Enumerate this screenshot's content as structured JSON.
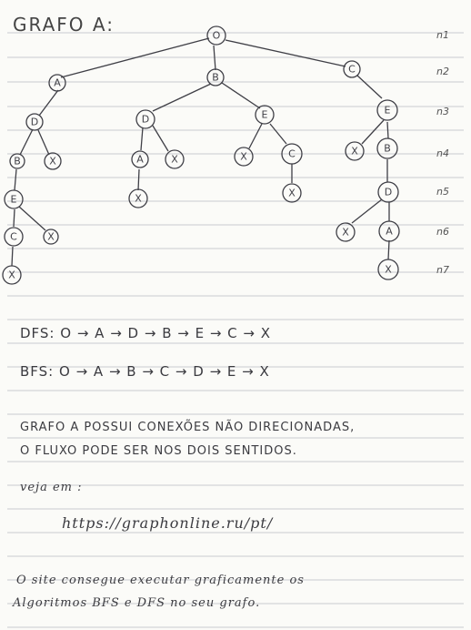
{
  "title": "GRAFO A:",
  "levels": [
    "n1",
    "n2",
    "n3",
    "n4",
    "n5",
    "n6",
    "n7"
  ],
  "nodes": [
    {
      "id": "root",
      "label": "O"
    },
    {
      "id": "a1",
      "label": "A"
    },
    {
      "id": "b1",
      "label": "B"
    },
    {
      "id": "c1",
      "label": "C"
    },
    {
      "id": "d1",
      "label": "D"
    },
    {
      "id": "d2",
      "label": "D"
    },
    {
      "id": "e1",
      "label": "E"
    },
    {
      "id": "e2",
      "label": "E"
    },
    {
      "id": "b2",
      "label": "B"
    },
    {
      "id": "x1",
      "label": "X"
    },
    {
      "id": "a2",
      "label": "A"
    },
    {
      "id": "x2",
      "label": "X"
    },
    {
      "id": "x3",
      "label": "X"
    },
    {
      "id": "c2",
      "label": "C"
    },
    {
      "id": "x4",
      "label": "X"
    },
    {
      "id": "b3",
      "label": "B"
    },
    {
      "id": "e3",
      "label": "E"
    },
    {
      "id": "x5",
      "label": "X"
    },
    {
      "id": "x6",
      "label": "X"
    },
    {
      "id": "d3",
      "label": "D"
    },
    {
      "id": "c3",
      "label": "C"
    },
    {
      "id": "x7",
      "label": "X"
    },
    {
      "id": "x8",
      "label": "X"
    },
    {
      "id": "a3",
      "label": "A"
    },
    {
      "id": "x9",
      "label": "X"
    },
    {
      "id": "x10",
      "label": "X"
    }
  ],
  "dfs": "DFS:  O → A → D → B → E → C → X",
  "bfs": "BFS:  O → A → B → C → D → E → X",
  "note_line1": "GRAFO A   POSSUI CONEXÕES NÃO DIRECIONADAS,",
  "note_line2": "O FLUXO PODE SER NOS DOIS SENTIDOS.",
  "see_label": "veja em :",
  "url": "https://graphonline.ru/pt/",
  "footer_line1": "O site consegue executar graficamente os",
  "footer_line2": "Algoritmos BFS e DFS no seu grafo."
}
